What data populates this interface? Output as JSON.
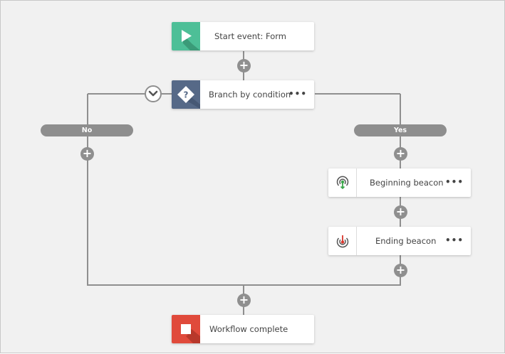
{
  "workflow": {
    "start": {
      "label": "Start event: Form",
      "icon": "play-icon",
      "color": "#4dbf97"
    },
    "branch": {
      "label": "Branch by condition",
      "icon": "question-diamond-icon",
      "color": "#566987",
      "menu": "•••"
    },
    "branch_no": {
      "label": "No"
    },
    "branch_yes": {
      "label": "Yes"
    },
    "beginning_beacon": {
      "label": "Beginning beacon",
      "icon": "beacon-green-icon",
      "menu": "•••"
    },
    "ending_beacon": {
      "label": "Ending beacon",
      "icon": "beacon-red-icon",
      "menu": "•••"
    },
    "complete": {
      "label": "Workflow complete",
      "icon": "stop-icon",
      "color": "#e04a3b"
    },
    "add_symbol": "+",
    "connector_color": "#8f8f8f"
  }
}
